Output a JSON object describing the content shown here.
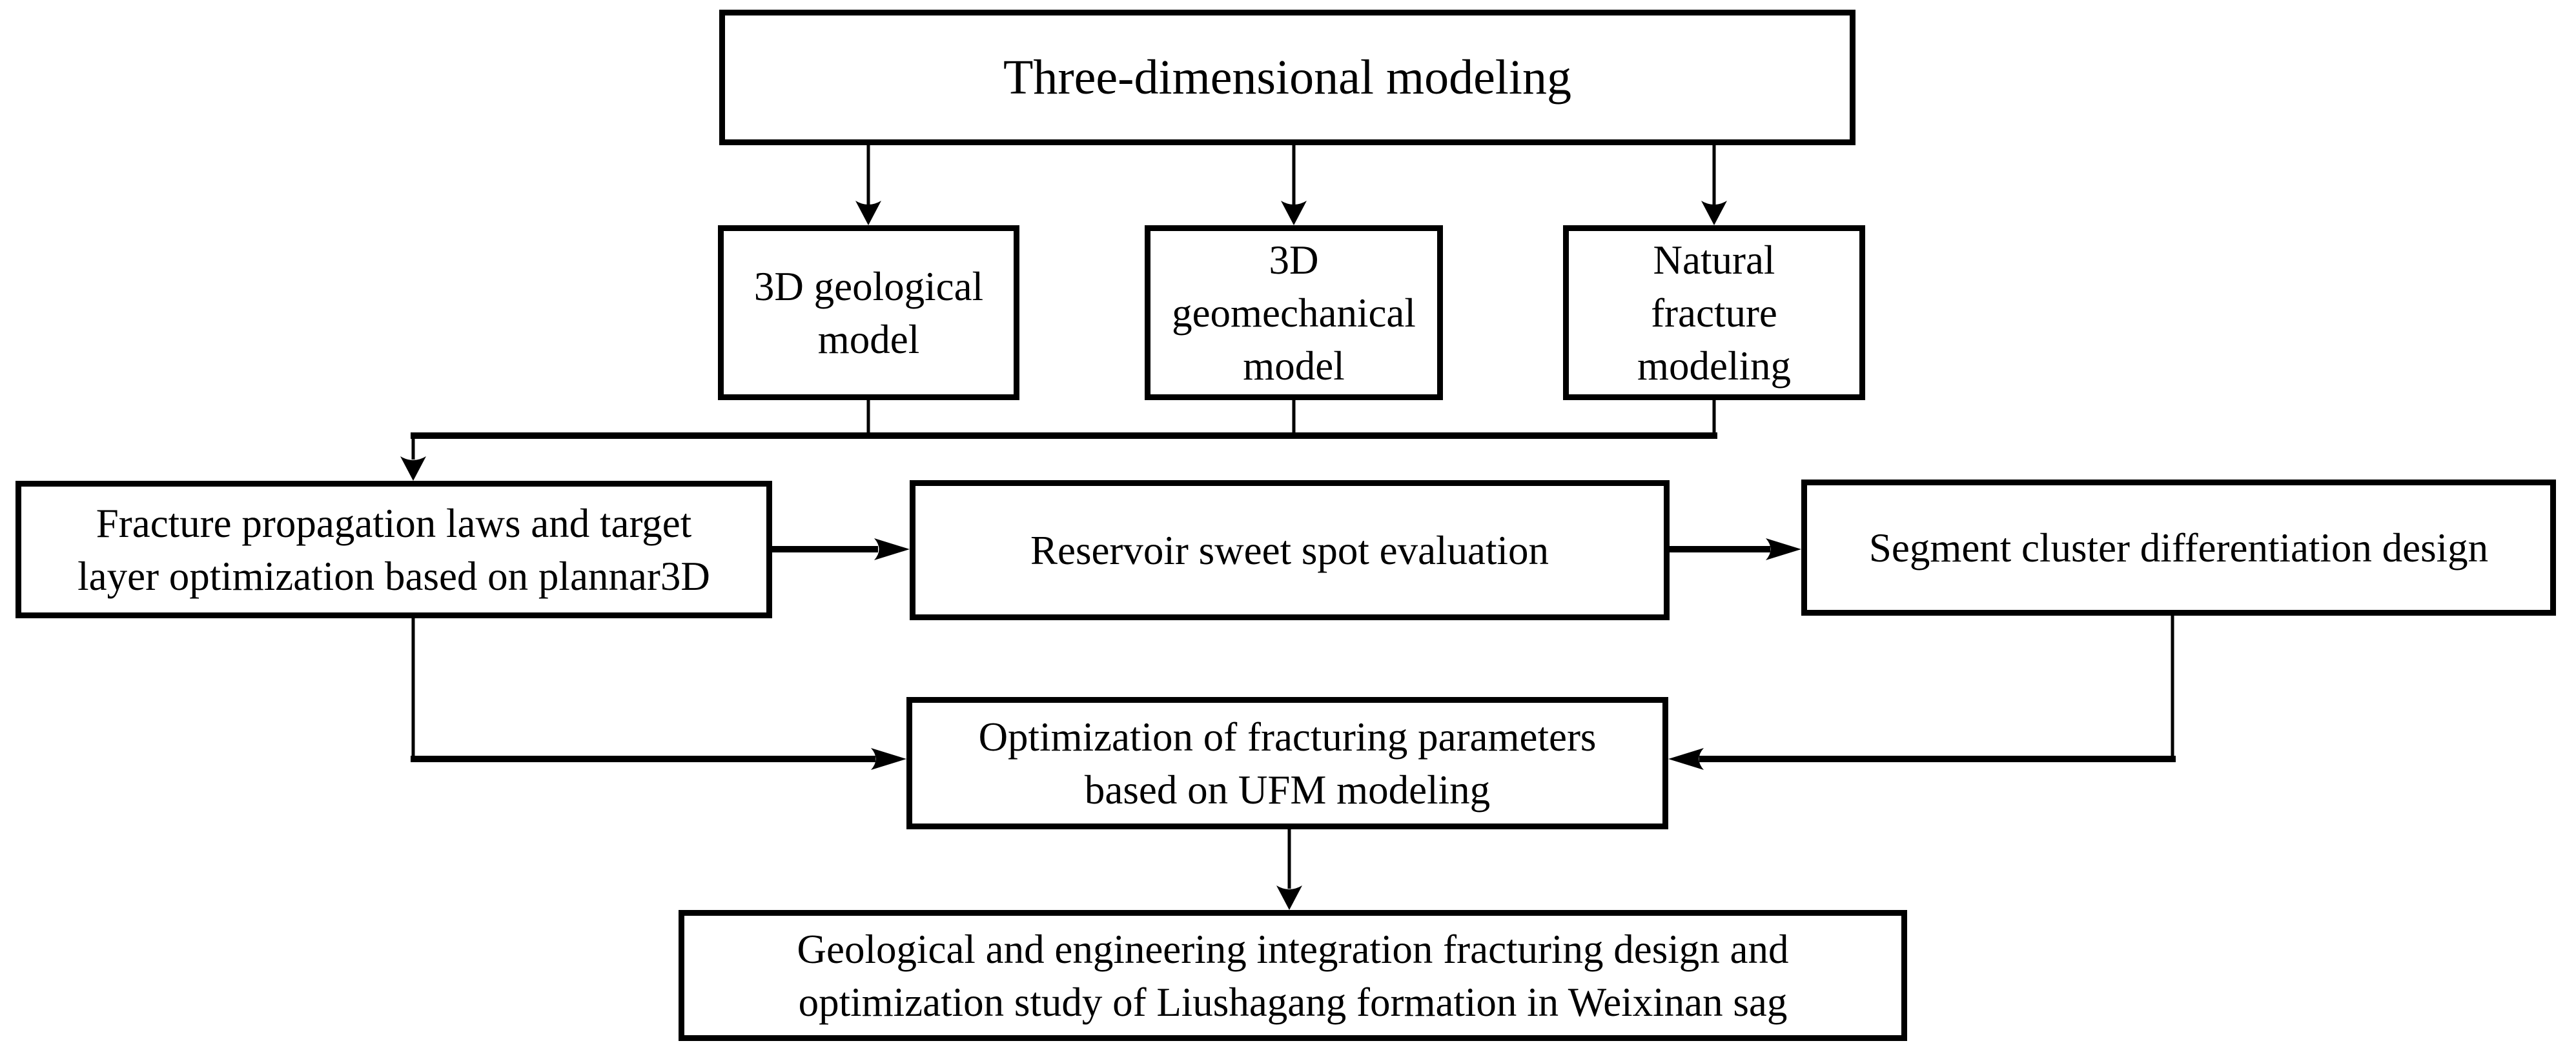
{
  "figure": {
    "type": "flowchart",
    "background_color": "#ffffff",
    "line_color": "#000000",
    "nodes": {
      "title": {
        "label": "Three-dimensional modeling"
      },
      "geological": {
        "lines": [
          "3D geological",
          "model"
        ]
      },
      "geomechanical": {
        "lines": [
          "3D",
          "geomechanical",
          "model"
        ]
      },
      "natural_fracture": {
        "lines": [
          "Natural",
          "fracture",
          "modeling"
        ]
      },
      "fracture_propagation": {
        "lines": [
          "Fracture propagation laws and target",
          "layer optimization based on plannar3D"
        ]
      },
      "reservoir_sweet_spot": {
        "label": "Reservoir sweet spot evaluation"
      },
      "segment_cluster": {
        "label": "Segment cluster differentiation design"
      },
      "ufm_optimization": {
        "lines": [
          "Optimization of fracturing parameters",
          "based on UFM modeling"
        ]
      },
      "final_integration": {
        "lines": [
          "Geological and engineering integration fracturing design and",
          "optimization study of Liushagang formation in Weixinan sag"
        ]
      }
    },
    "edges": [
      {
        "from": "title",
        "to": "geological"
      },
      {
        "from": "title",
        "to": "geomechanical"
      },
      {
        "from": "title",
        "to": "natural_fracture"
      },
      {
        "from": "geological",
        "to": "fracture_propagation"
      },
      {
        "from": "geomechanical",
        "to": "fracture_propagation"
      },
      {
        "from": "natural_fracture",
        "to": "fracture_propagation"
      },
      {
        "from": "fracture_propagation",
        "to": "reservoir_sweet_spot"
      },
      {
        "from": "reservoir_sweet_spot",
        "to": "segment_cluster"
      },
      {
        "from": "fracture_propagation",
        "to": "ufm_optimization"
      },
      {
        "from": "segment_cluster",
        "to": "ufm_optimization"
      },
      {
        "from": "ufm_optimization",
        "to": "final_integration"
      }
    ]
  }
}
